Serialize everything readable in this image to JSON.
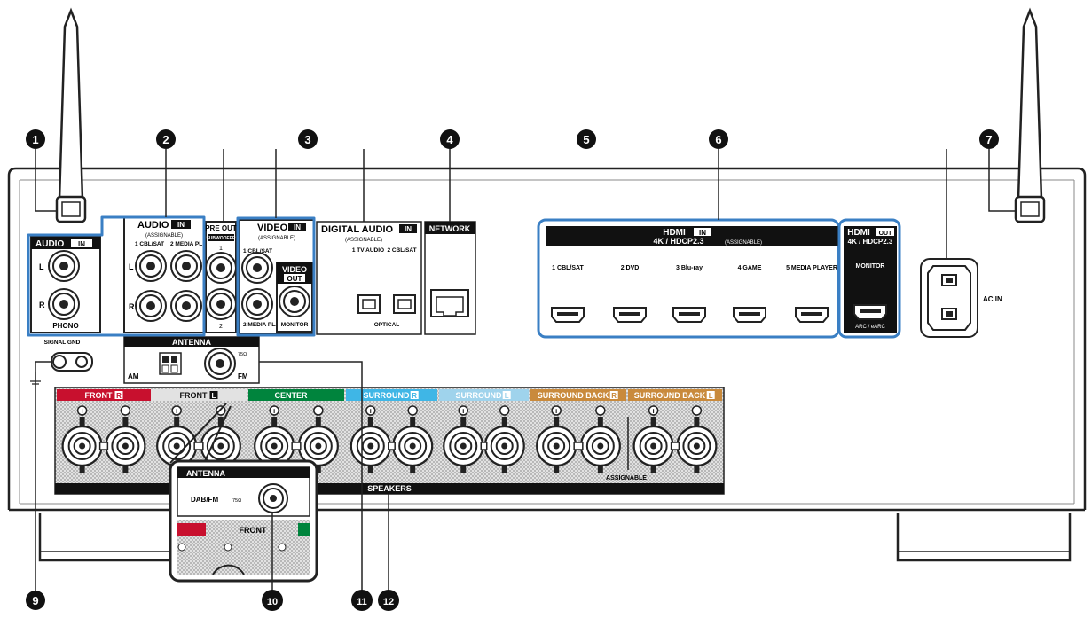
{
  "callouts": [
    "1",
    "2",
    "3",
    "4",
    "5",
    "6",
    "7",
    "9",
    "10",
    "11",
    "12"
  ],
  "sections": {
    "audio_in_phono": {
      "title": "AUDIO",
      "badge": "IN",
      "label_l": "L",
      "label_r": "R",
      "phono": "PHONO"
    },
    "audio_in_assignable": {
      "title": "AUDIO",
      "badge": "IN",
      "assignable": "(ASSIGNABLE)",
      "input1": "1 CBL/SAT",
      "input2": "2 MEDIA PLAYER",
      "label_l": "L",
      "label_r": "R"
    },
    "pre_out": {
      "title": "PRE OUT",
      "sub": "SUBWOOFER",
      "ch1": "1",
      "ch2": "2"
    },
    "video_in": {
      "title": "VIDEO",
      "badge": "IN",
      "assignable": "(ASSIGNABLE)",
      "input1": "1 CBL/SAT",
      "input2": "2 MEDIA PLAYER"
    },
    "video_out": {
      "title": "VIDEO",
      "badge": "OUT",
      "monitor": "MONITOR"
    },
    "digital_audio": {
      "title": "DIGITAL AUDIO",
      "badge": "IN",
      "assignable": "(ASSIGNABLE)",
      "input1": "1 TV AUDIO",
      "input2": "2 CBL/SAT",
      "optical": "OPTICAL"
    },
    "network": {
      "title": "NETWORK"
    },
    "hdmi_in": {
      "title": "HDMI",
      "badge": "IN",
      "subtitle": "4K / HDCP2.3",
      "assignable": "(ASSIGNABLE)",
      "inputs": [
        "1 CBL/SAT",
        "2 DVD",
        "3 Blu-ray",
        "4 GAME",
        "5 MEDIA PLAYER"
      ]
    },
    "hdmi_out": {
      "title": "HDMI",
      "badge": "OUT",
      "subtitle": "4K / HDCP2.3",
      "monitor": "MONITOR",
      "arc": "ARC / eARC"
    },
    "ac_in": {
      "label": "AC IN"
    },
    "signal_gnd": {
      "label": "SIGNAL GND"
    },
    "antenna": {
      "title": "ANTENNA",
      "am": "AM",
      "fm": "FM",
      "ohm": "75Ω"
    },
    "speakers": {
      "title": "SPEAKERS",
      "assignable": "ASSIGNABLE",
      "channels": [
        {
          "name": "FRONT",
          "badge": "R",
          "color": "#c8102e"
        },
        {
          "name": "FRONT",
          "badge": "L",
          "color": "#111111"
        },
        {
          "name": "CENTER",
          "badge": "",
          "color": "#00843d"
        },
        {
          "name": "SURROUND",
          "badge": "R",
          "color": "#3fb6e6"
        },
        {
          "name": "SURROUND",
          "badge": "L",
          "color": "#9fd3ec"
        },
        {
          "name": "SURROUND BACK",
          "badge": "R",
          "color": "#c98a3c"
        },
        {
          "name": "SURROUND BACK",
          "badge": "L",
          "color": "#c98a3c"
        }
      ]
    },
    "inset": {
      "title": "ANTENNA",
      "dabfm": "DAB/FM",
      "ohm": "75Ω",
      "front": "FRONT"
    }
  },
  "colors": {
    "outline_blue": "#3a7fc4",
    "panel_black": "#111111",
    "dots_gray": "#cfcfcf"
  }
}
